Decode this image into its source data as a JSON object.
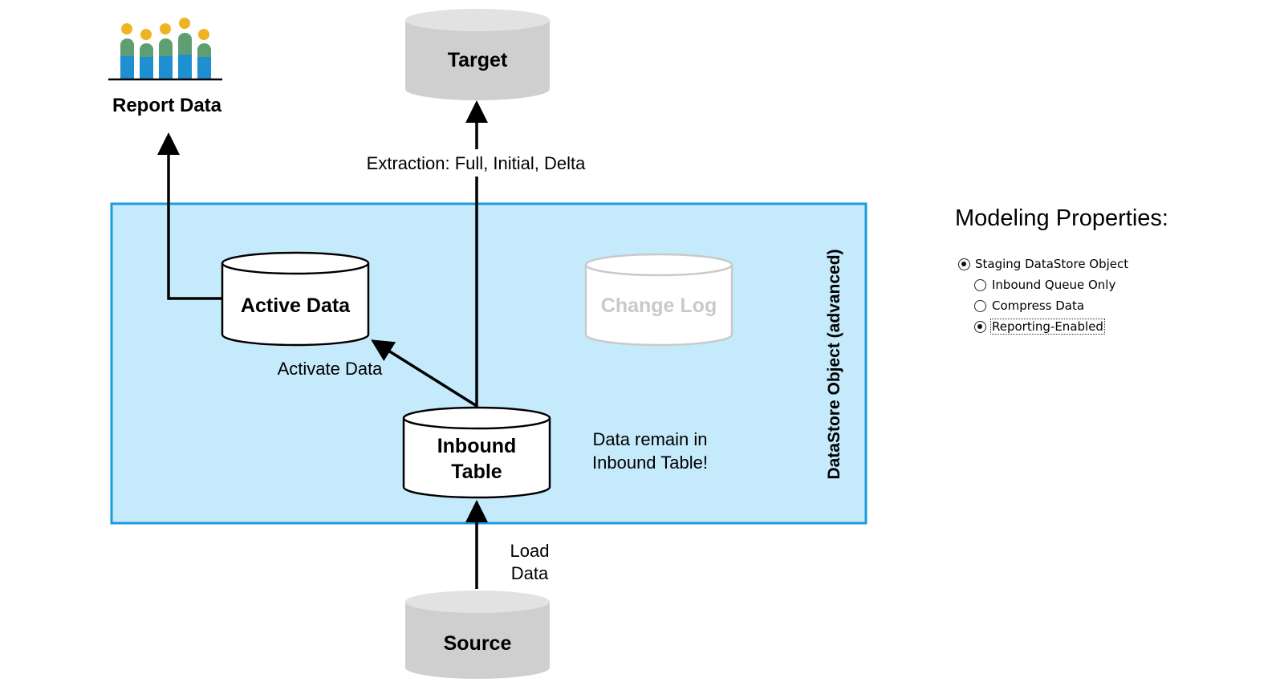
{
  "nodes": {
    "report_data": {
      "label": "Report Data",
      "icon": "people-chart-icon"
    },
    "target": {
      "label": "Target"
    },
    "source": {
      "label": "Source"
    },
    "active_data": {
      "label": "Active Data"
    },
    "change_log": {
      "label": "Change Log"
    },
    "inbound_table": {
      "line1": "Inbound",
      "line2": "Table"
    }
  },
  "edges": {
    "extraction": "Extraction:  Full, Initial, Delta",
    "activate": "Activate  Data",
    "load_line1": "Load",
    "load_line2": "Data"
  },
  "notes": {
    "remain_line1": "Data remain in",
    "remain_line2": "Inbound Table!"
  },
  "container": {
    "label": "DataStore  Object  (advanced)",
    "fill_color": "#c5eafb",
    "border_color": "#1a9be0"
  },
  "modeling": {
    "title": "Modeling  Properties:",
    "options": [
      {
        "label": "Staging DataStore Object",
        "selected": true
      },
      {
        "label": "Inbound Queue Only",
        "selected": false
      },
      {
        "label": "Compress Data",
        "selected": false
      },
      {
        "label": "Reporting-Enabled",
        "selected": true,
        "focused": true
      }
    ]
  },
  "colors": {
    "cylinder_gray": "#cfcfcf",
    "cylinder_gray_top": "#e2e2e2",
    "faded_gray": "#c9c9c9",
    "icon_yellow": "#f0b323",
    "icon_green": "#5e9e72",
    "icon_blue": "#1e8fd0"
  }
}
